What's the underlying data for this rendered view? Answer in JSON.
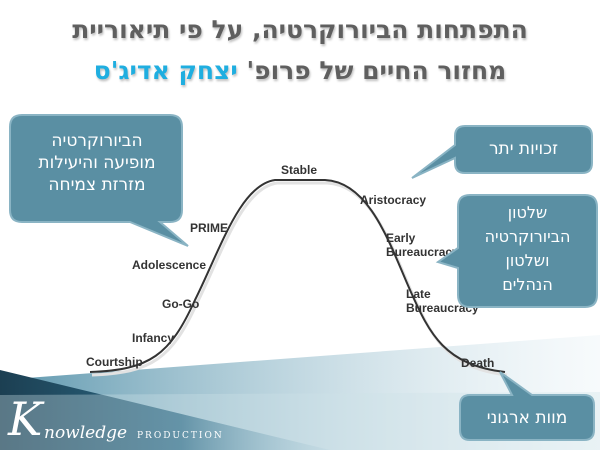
{
  "slide": {
    "title_line1": "התפתחות הביורוקרטיה, על פי תיאוריית",
    "title_line2_prefix": "מחזור החיים של פרופ' ",
    "title_line2_highlight": "יצחק אדיג'ס"
  },
  "curve_stages": [
    {
      "key": "courtship",
      "label": "Courtship"
    },
    {
      "key": "infancy",
      "label": "Infancy"
    },
    {
      "key": "gogo",
      "label": "Go-Go"
    },
    {
      "key": "adolescence",
      "label": "Adolescence"
    },
    {
      "key": "prime",
      "label": "PRIME"
    },
    {
      "key": "stable",
      "label": "Stable"
    },
    {
      "key": "aristocracy",
      "label": "Aristocracy"
    },
    {
      "key": "early_bureaucracy",
      "label": "Early Bureaucracy"
    },
    {
      "key": "late_bureaucracy",
      "label": "Late Bureaucracy"
    },
    {
      "key": "death",
      "label": "Death"
    }
  ],
  "callouts": {
    "left": {
      "lines": [
        "הביורוקרטיה",
        "מופיעה והיעילות",
        "מזרזת צמיחה"
      ]
    },
    "top_right": {
      "text": "זכויות יתר"
    },
    "mid_right": {
      "lines": [
        "שלטון",
        "הביורוקרטיה",
        "ושלטון",
        "הנהלים"
      ]
    },
    "bottom_right": {
      "text": "מוות ארגוני"
    }
  },
  "colors": {
    "callout_fill": "#5a8fa3",
    "callout_border": "#8ab4c4",
    "title_gray": "#5f5f5f",
    "highlight_blue": "#1faee0",
    "band_dark": "#1e4f66"
  },
  "logo": {
    "initial": "K",
    "word": "nowledge",
    "suffix": "PRODUCTION"
  }
}
